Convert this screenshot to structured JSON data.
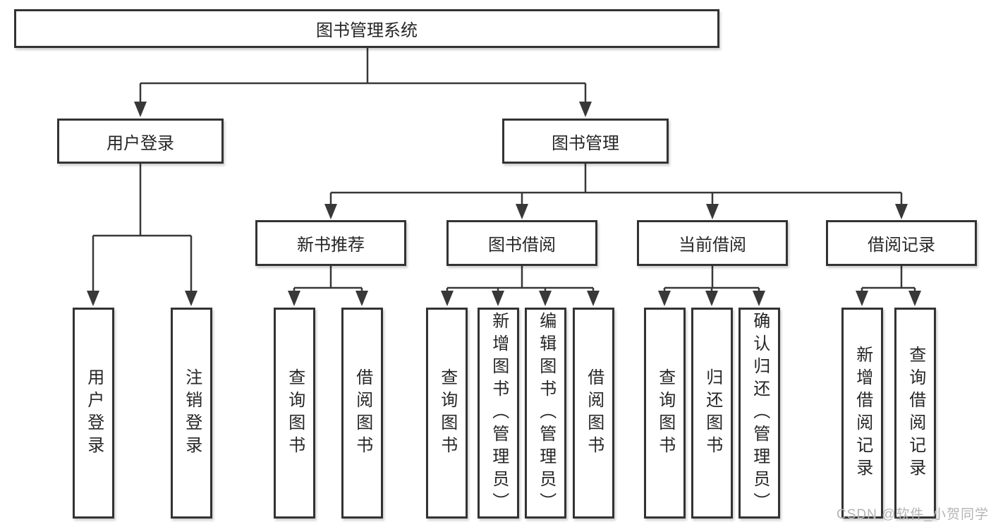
{
  "diagram_type": "org-chart",
  "tree": {
    "label": "图书管理系统",
    "children": [
      {
        "label": "用户登录",
        "children": [
          {
            "label": "用户登录"
          },
          {
            "label": "注销登录"
          }
        ]
      },
      {
        "label": "图书管理",
        "children": [
          {
            "label": "新书推荐",
            "children": [
              {
                "label": "查询图书"
              },
              {
                "label": "借阅图书"
              }
            ]
          },
          {
            "label": "图书借阅",
            "children": [
              {
                "label": "查询图书"
              },
              {
                "label": "新增图书（管理员）"
              },
              {
                "label": "编辑图书（管理员）"
              },
              {
                "label": "借阅图书"
              }
            ]
          },
          {
            "label": "当前借阅",
            "children": [
              {
                "label": "查询图书"
              },
              {
                "label": "归还图书"
              },
              {
                "label": "确认归还（管理员）"
              }
            ]
          },
          {
            "label": "借阅记录",
            "children": [
              {
                "label": "新增借阅记录"
              },
              {
                "label": "查询借阅记录"
              }
            ]
          }
        ]
      }
    ]
  },
  "watermark": "CSDN @软件_小贺同学",
  "colors": {
    "line": "#383838",
    "box_border": "#333333",
    "text": "#262626",
    "watermark_text": "#b4b4b4",
    "background": "#ffffff"
  }
}
